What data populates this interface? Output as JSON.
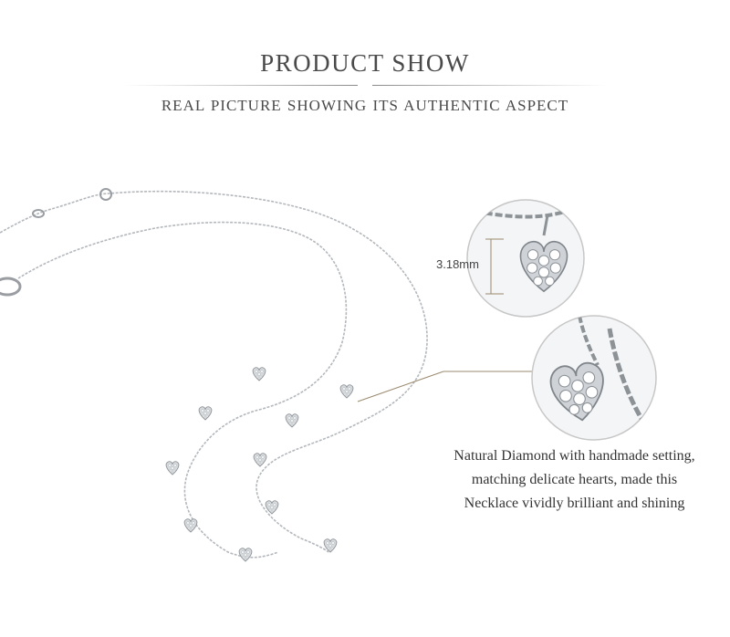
{
  "header": {
    "title": "PRODUCT SHOW",
    "subtitle": "REAL PICTURE SHOWING  ITS AUTHENTIC ASPECT"
  },
  "detail": {
    "dimension_label": "3.18mm"
  },
  "description": {
    "lines": [
      "Natural Diamond with handmade setting,",
      "matching delicate hearts, made this",
      "Necklace vividly brilliant and shining"
    ]
  },
  "colors": {
    "chain": "#b9bcc0",
    "metal": "#9a9ea3",
    "pointer_line": "#9a8a6e",
    "circle_border": "#c7c7c7"
  }
}
